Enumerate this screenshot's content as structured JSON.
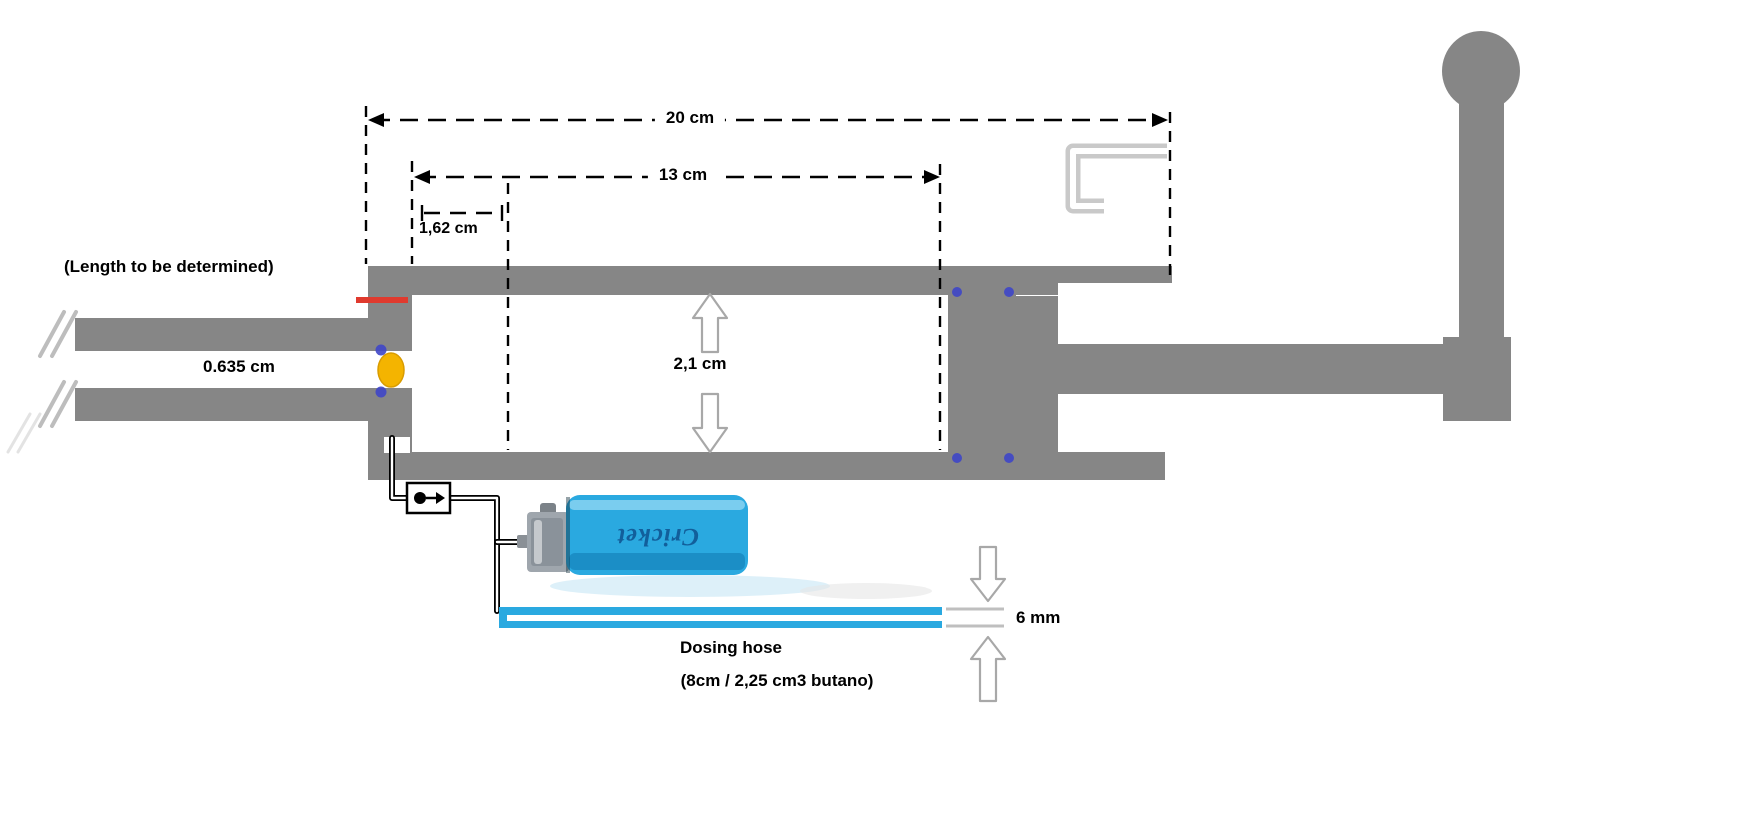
{
  "diagram": {
    "notes": {
      "barrel_length": "(Length to be determined)"
    },
    "dimensions": {
      "overall_length": "20 cm",
      "chamber_length": "13 cm",
      "intake_offset": "1,62 cm",
      "chamber_bore": "2,1 cm",
      "barrel_bore": "0.635 cm",
      "hose_diameter": "6 mm"
    },
    "hose": {
      "label": "Dosing hose",
      "spec": "(8cm / 2,25 cm3 butano)"
    },
    "lighter": {
      "brand": "Cricket"
    },
    "icons": {
      "check_valve": "check-valve-symbol",
      "break_marks": "pipe-break-slashes"
    },
    "colors": {
      "metal_gray": "#868686",
      "light_gray": "#c9c9c9",
      "lighter_blue": "#2aa9e0",
      "hose_blue": "#2aa9e0",
      "valve_yellow": "#f4b400",
      "seal_blue": "#3f46c8",
      "mark_red": "#e03a2e",
      "line_black": "#000000"
    }
  }
}
